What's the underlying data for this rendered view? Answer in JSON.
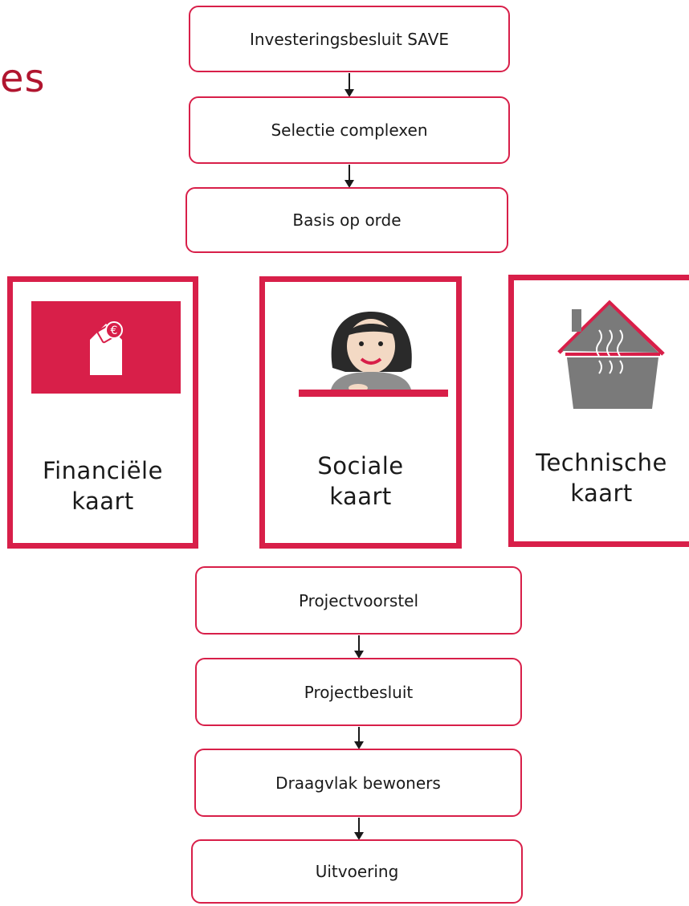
{
  "colors": {
    "accent": "#d81f49",
    "title": "#b0152f",
    "icon_grey": "#7a7a7a"
  },
  "title_fragment": "es",
  "flow_top": [
    {
      "label": "Investeringsbesluit SAVE"
    },
    {
      "label": "Selectie complexen"
    },
    {
      "label": "Basis op orde"
    }
  ],
  "cards": [
    {
      "line1": "Financiële",
      "line2": "kaart",
      "icon": "house-euro-icon"
    },
    {
      "line1": "Sociale",
      "line2": "kaart",
      "icon": "woman-icon"
    },
    {
      "line1": "Technische",
      "line2": "kaart",
      "icon": "house-heat-icon"
    }
  ],
  "flow_bottom": [
    {
      "label": "Projectvoorstel"
    },
    {
      "label": "Projectbesluit"
    },
    {
      "label": "Draagvlak bewoners"
    },
    {
      "label": "Uitvoering"
    }
  ]
}
